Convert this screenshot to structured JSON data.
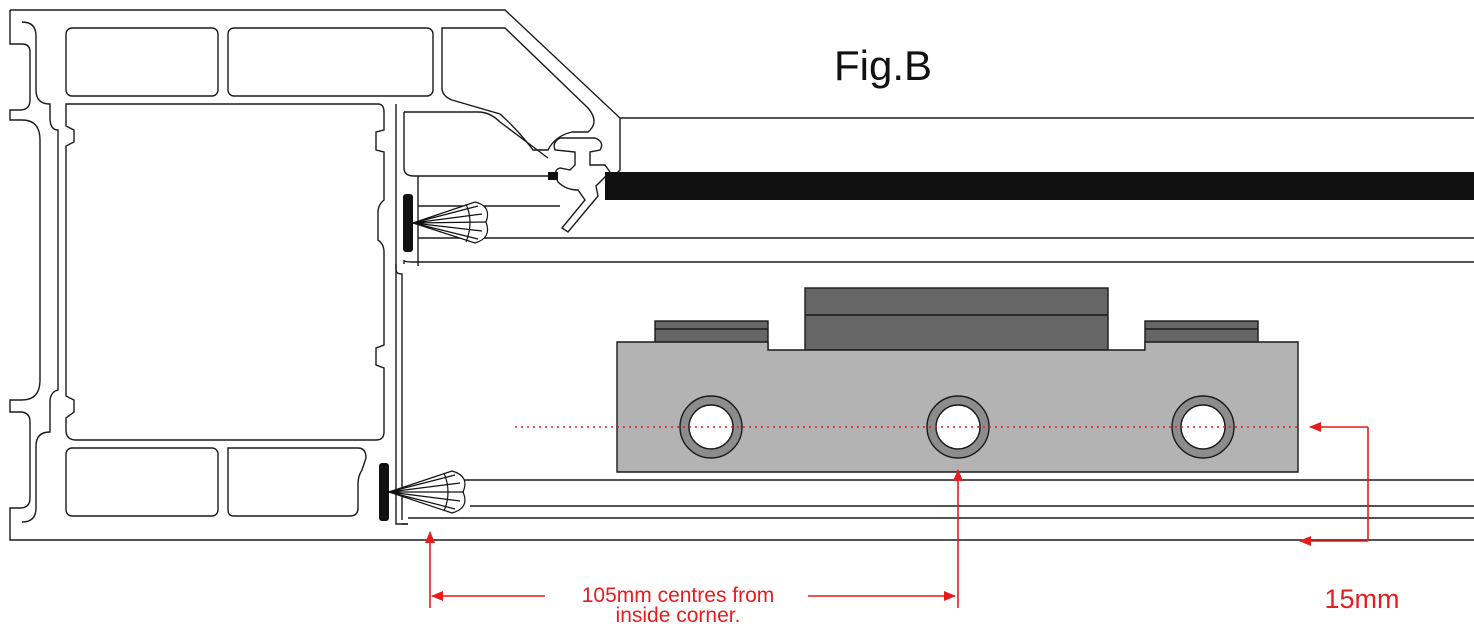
{
  "figure": {
    "title": "Fig.B"
  },
  "annotations": {
    "centres_line1": "105mm centres from",
    "centres_line2": "inside corner.",
    "offset_label": "15mm"
  },
  "colors": {
    "outline": "#1a1a1a",
    "annotation_red": "#e51d1d",
    "bracket_light": "#b3b3b3",
    "bracket_dark": "#666666",
    "seal_black": "#111111"
  }
}
